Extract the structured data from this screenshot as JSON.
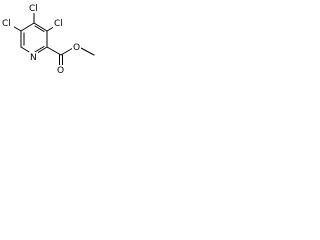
{
  "molecule": {
    "name": "",
    "colors": {
      "background": "#ffffff",
      "bond": "#000000",
      "atom_text": "#000000"
    },
    "atoms": {
      "cl_top": "Cl",
      "cl_upper_right": "Cl",
      "cl_left": "Cl",
      "ring_nitrogen": "N",
      "carbonyl_oxygen": "O",
      "ester_oxygen": "O"
    }
  }
}
